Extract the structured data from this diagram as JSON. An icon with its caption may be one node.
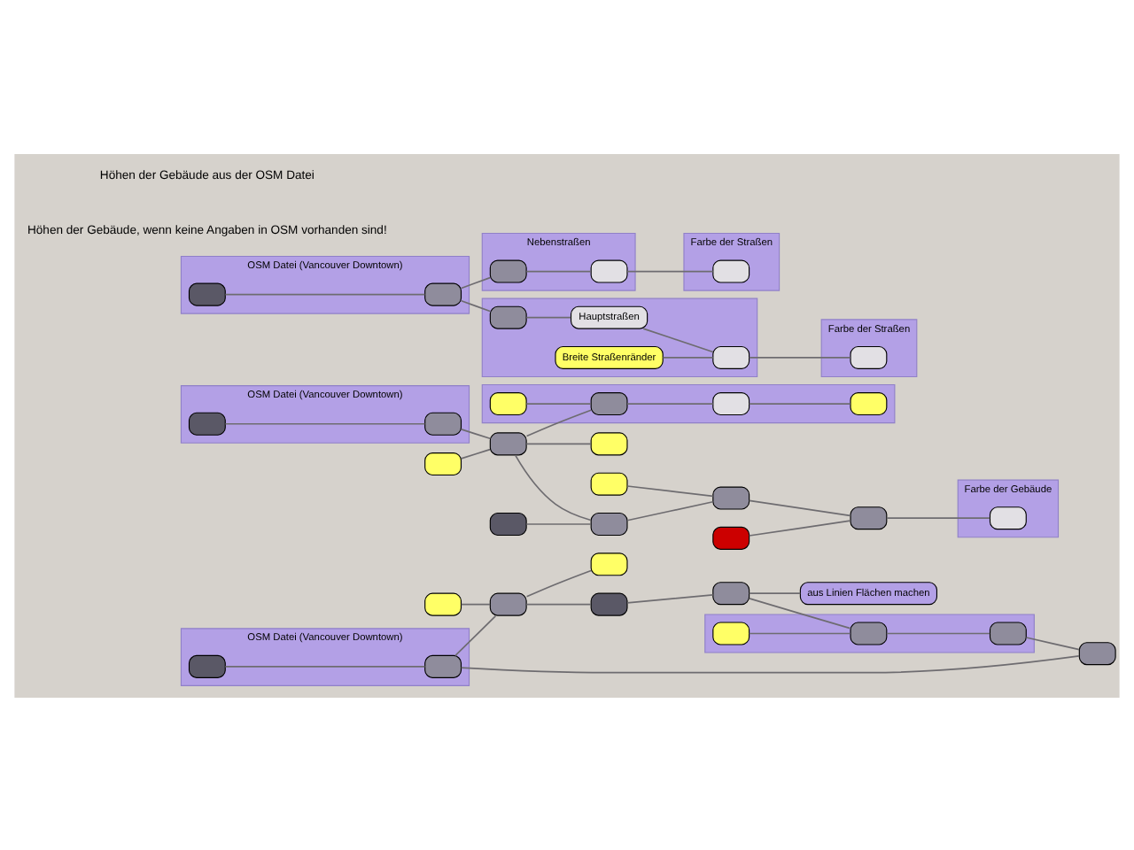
{
  "diagram": {
    "nodes": [
      {
        "text": [
          "OSM Datei (Vancouver Downtown)"
        ]
      },
      {
        "text": [],
        "shape": "box",
        "in": 0
      },
      {
        "text": [],
        "shape": "box",
        "in": 0
      },
      {
        "text": [],
        "shape": "box"
      },
      {
        "text": [],
        "shape": "box"
      },
      {
        "text": [],
        "shape": "box"
      },
      {
        "text": [],
        "shape": "box"
      },
      {
        "text": [],
        "shape": "box"
      },
      {
        "text": [
          "aus Linien Flächen machen"
        ]
      },
      {
        "text": [],
        "shape": "box"
      },
      {
        "text": [],
        "shape": "box",
        "in": 9
      },
      {
        "text": [],
        "shape": "box",
        "in": 9
      },
      {
        "text": [],
        "shape": "box",
        "in": 9
      },
      {
        "text": [],
        "shape": "box"
      },
      {
        "text": [
          "OSM Datei (Vancouver Downtown)"
        ]
      },
      {
        "text": [],
        "shape": "box",
        "in": 14
      },
      {
        "text": [],
        "shape": "box",
        "in": 14
      },
      {
        "text": [],
        "shape": "box"
      },
      {
        "text": [],
        "shape": "box"
      },
      {
        "text": [],
        "shape": "box"
      },
      {
        "text": [],
        "shape": "box"
      },
      {
        "text": [],
        "shape": "box"
      },
      {
        "text": [],
        "shape": "box"
      },
      {
        "text": [],
        "shape": "box"
      },
      {
        "text": [],
        "shape": "box"
      },
      {
        "text": [
          "Farbe der Gebäude"
        ]
      },
      {
        "text": [],
        "shape": "box",
        "in": 25
      },
      {
        "text": [],
        "shape": "box"
      },
      {
        "text": [],
        "shape": "box"
      },
      {
        "text": [],
        "shape": "box",
        "in": 28
      },
      {
        "text": [],
        "shape": "box",
        "in": 28
      },
      {
        "text": [],
        "shape": "box",
        "in": 28
      },
      {
        "text": [],
        "shape": "box",
        "in": 28
      },
      {
        "text": [
          "OSM Datei (Vancouver Downtown)"
        ]
      },
      {
        "text": [],
        "shape": "box",
        "in": 33
      },
      {
        "text": [],
        "shape": "box",
        "in": 33
      },
      {
        "text": [
          "Nebenstraßen"
        ]
      },
      {
        "text": [],
        "shape": "box",
        "in": 36
      },
      {
        "text": [],
        "shape": "box",
        "in": 36
      },
      {
        "text": [
          "Farbe der Straßen"
        ]
      },
      {
        "text": [],
        "shape": "box",
        "in": 39
      },
      {
        "text": [],
        "shape": "box"
      },
      {
        "text": [],
        "shape": "box",
        "in": 41
      },
      {
        "text": [
          "Hauptstraßen"
        ],
        "in": 41
      },
      {
        "text": [],
        "shape": "box",
        "in": 41
      },
      {
        "text": [
          "Breite Straßenränder"
        ],
        "in": 41
      },
      {
        "text": [
          "Farbe der Straßen"
        ]
      },
      {
        "text": [],
        "shape": "box",
        "in": 46
      }
    ],
    "edges": [
      {
        "from": 1,
        "to": 2,
        "arrow": "none"
      },
      {
        "from": 2,
        "to": 4,
        "arrow": "none"
      },
      {
        "from": 3,
        "to": 4,
        "arrow": "none"
      },
      {
        "from": 4,
        "to": 6,
        "arrow": "none"
      },
      {
        "from": 4,
        "to": 5,
        "arrow": "none"
      },
      {
        "from": 6,
        "to": 7,
        "arrow": "none"
      },
      {
        "from": 7,
        "to": 8,
        "arrow": "none"
      },
      {
        "from": 7,
        "to": 11,
        "arrow": "none"
      },
      {
        "from": 10,
        "to": 11,
        "arrow": "none"
      },
      {
        "from": 11,
        "to": 12,
        "arrow": "none"
      },
      {
        "from": 12,
        "to": 13,
        "arrow": "none"
      },
      {
        "from": 2,
        "to": 13,
        "arrow": "none"
      },
      {
        "from": 15,
        "to": 16,
        "arrow": "none"
      },
      {
        "from": 16,
        "to": 18,
        "arrow": "none"
      },
      {
        "from": 17,
        "to": 18,
        "arrow": "none"
      },
      {
        "from": 18,
        "to": 20,
        "arrow": "none"
      },
      {
        "from": 19,
        "to": 20,
        "arrow": "none"
      },
      {
        "from": 20,
        "to": 21,
        "arrow": "none"
      },
      {
        "from": 22,
        "to": 21,
        "arrow": "none"
      },
      {
        "from": 21,
        "to": 24,
        "arrow": "none"
      },
      {
        "from": 23,
        "to": 24,
        "arrow": "none"
      },
      {
        "from": 24,
        "to": 26,
        "arrow": "none"
      },
      {
        "from": 18,
        "to": 27,
        "arrow": "none"
      },
      {
        "from": 18,
        "to": 30,
        "arrow": "none"
      },
      {
        "from": 29,
        "to": 30,
        "arrow": "none"
      },
      {
        "from": 30,
        "to": 31,
        "arrow": "none"
      },
      {
        "from": 31,
        "to": 32,
        "arrow": "none"
      },
      {
        "from": 34,
        "to": 35,
        "arrow": "none"
      },
      {
        "from": 35,
        "to": 37,
        "arrow": "none"
      },
      {
        "from": 37,
        "to": 38,
        "arrow": "none"
      },
      {
        "from": 38,
        "to": 40,
        "arrow": "none"
      },
      {
        "from": 35,
        "to": 42,
        "arrow": "none"
      },
      {
        "from": 42,
        "to": 43,
        "arrow": "none"
      },
      {
        "from": 43,
        "to": 44,
        "arrow": "none"
      },
      {
        "from": 45,
        "to": 44,
        "arrow": "none"
      },
      {
        "from": 44,
        "to": 47,
        "arrow": "none"
      }
    ],
    "labels": [
      "Höhen der Gebäude, wenn keine Angaben in OSM vorhanden sind!",
      "Höhen der Gebäude aus der OSM Datei"
    ]
  }
}
